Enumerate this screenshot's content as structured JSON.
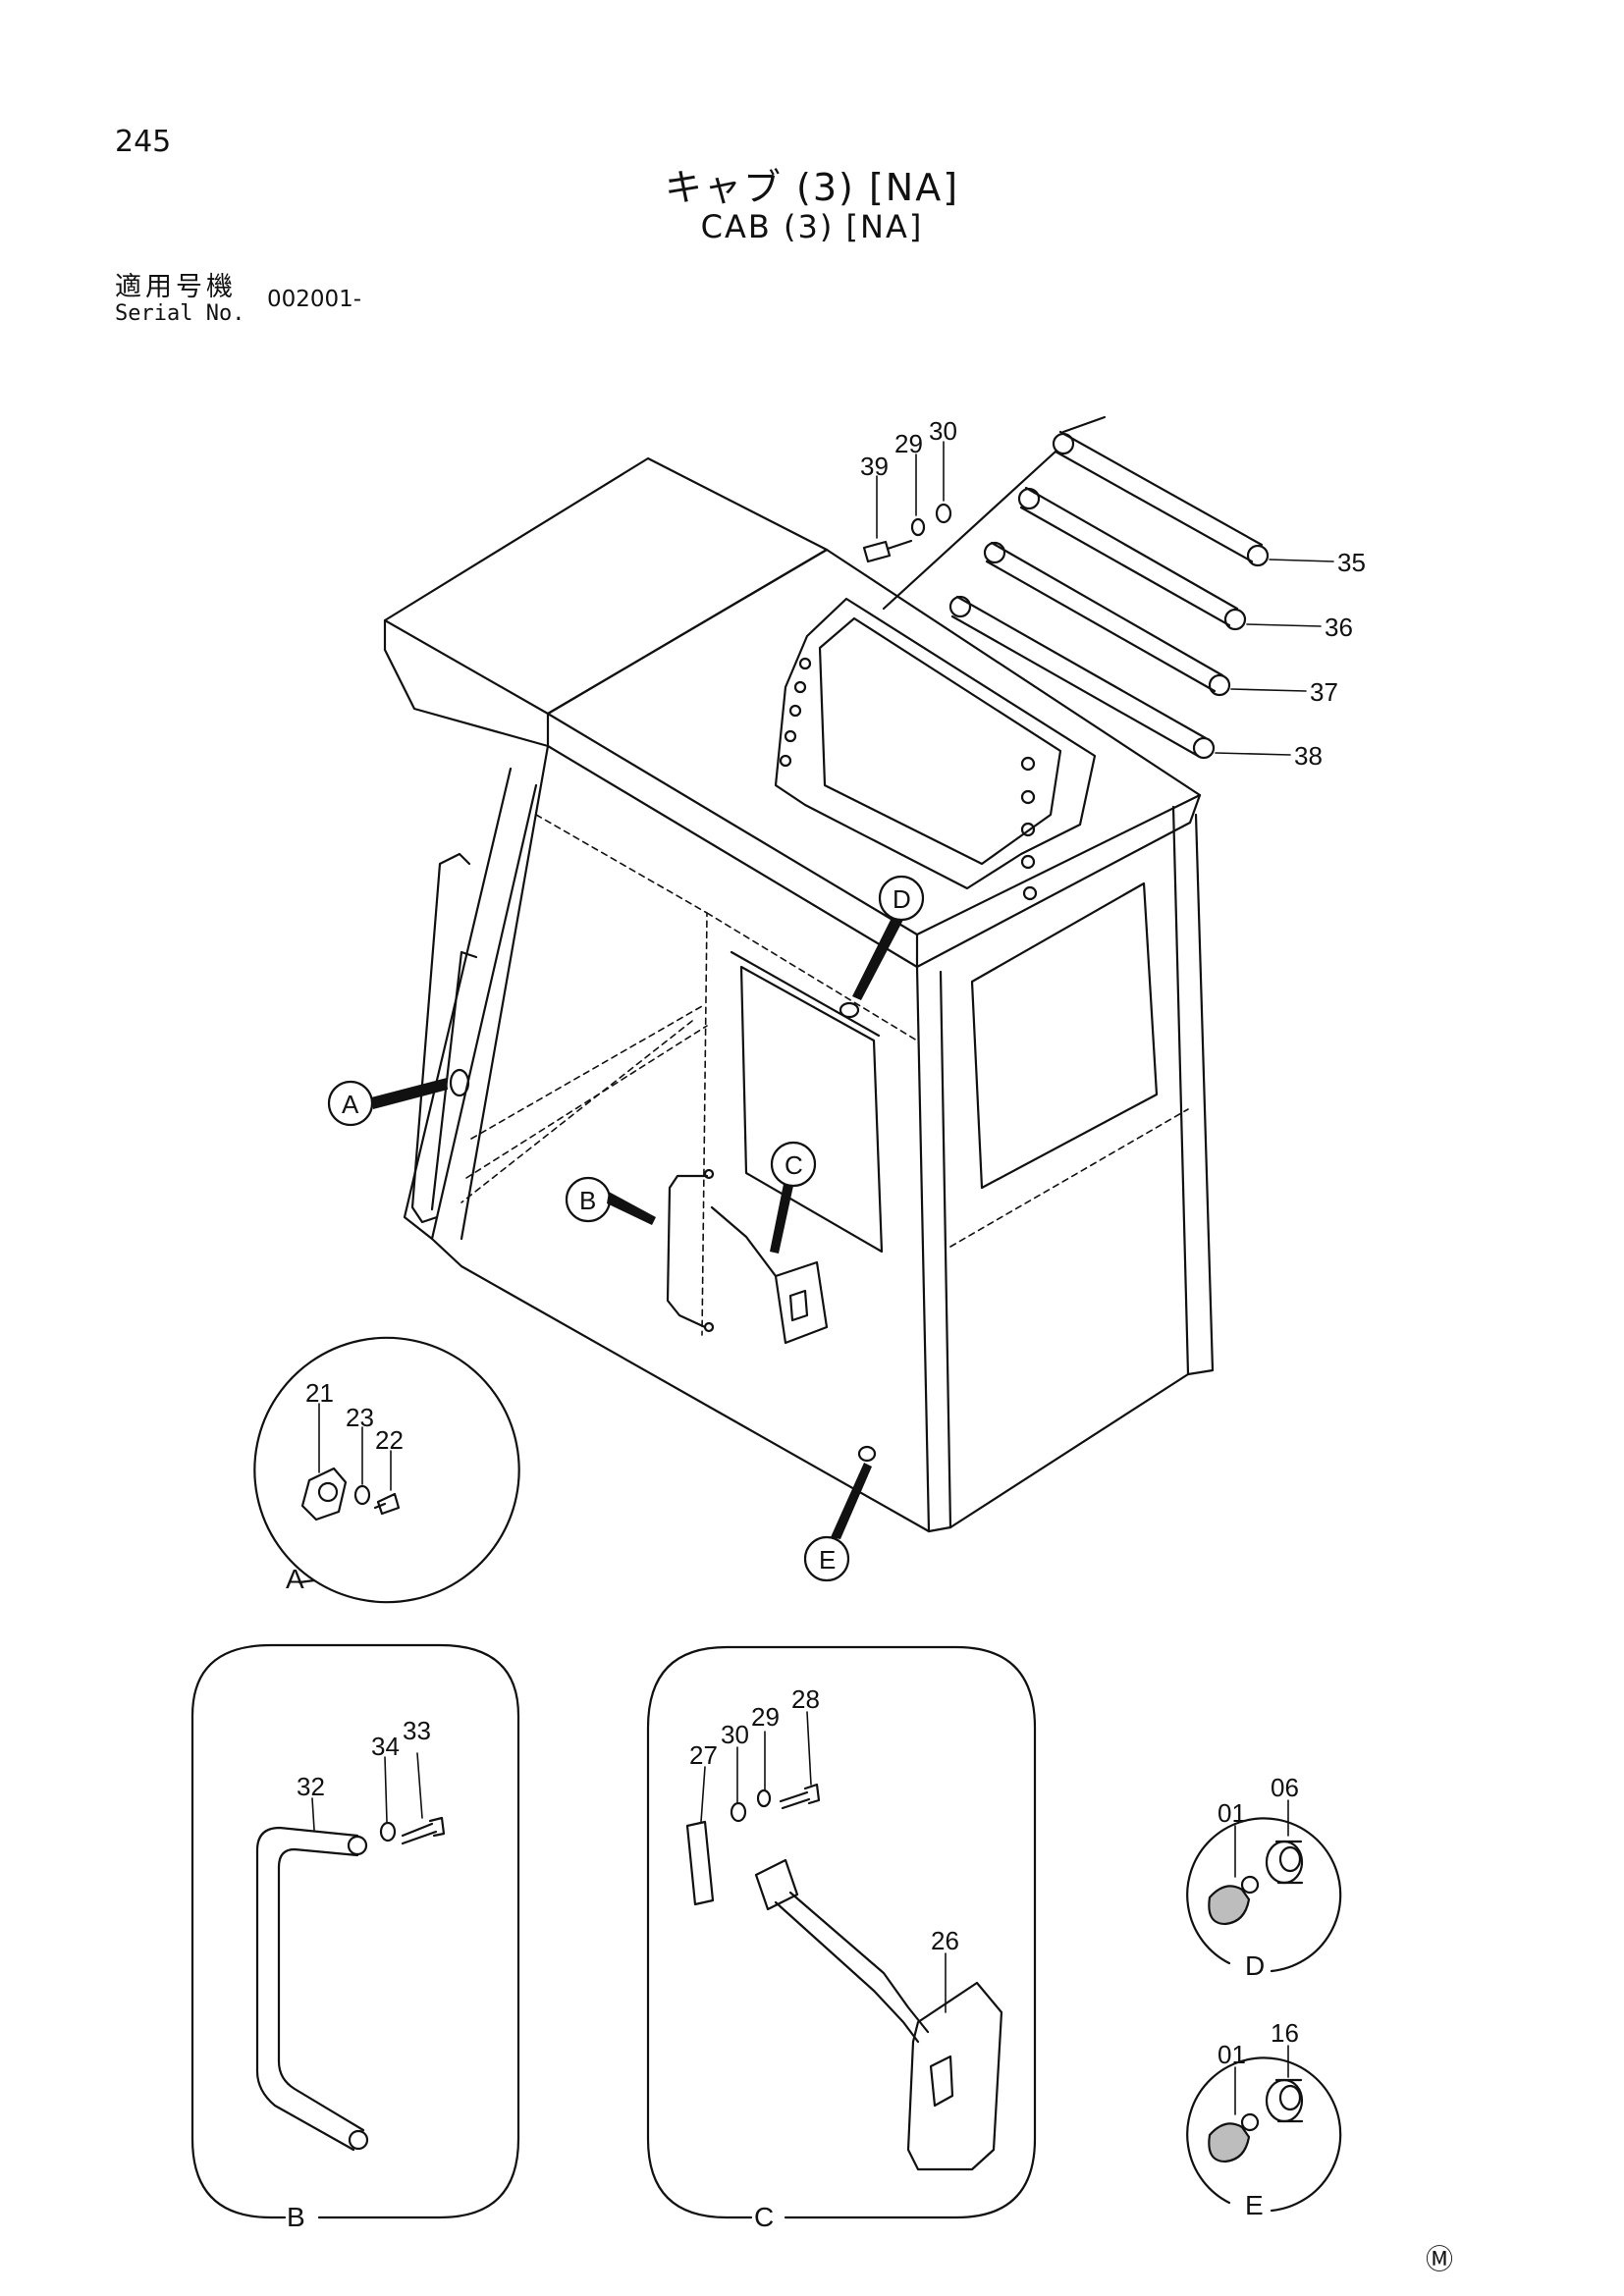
{
  "header": {
    "page_number": "245",
    "title_jp": "キャブ (3) [NA]",
    "title_en": "CAB (3) [NA]",
    "serial_label_jp": "適用号機",
    "serial_label_en": "Serial No.",
    "serial_value": "002001-"
  },
  "callouts": {
    "A": "A",
    "B": "B",
    "C": "C",
    "D": "D",
    "E": "E"
  },
  "main_parts": {
    "p39": "39",
    "p29": "29",
    "p30": "30",
    "p35": "35",
    "p36": "36",
    "p37": "37",
    "p38": "38"
  },
  "detail_a": {
    "label": "A",
    "p21": "21",
    "p23": "23",
    "p22": "22"
  },
  "detail_b": {
    "label": "B",
    "p32": "32",
    "p34": "34",
    "p33": "33"
  },
  "detail_c": {
    "label": "C",
    "p27": "27",
    "p30": "30",
    "p29": "29",
    "p28": "28",
    "p26": "26"
  },
  "detail_d": {
    "label": "D",
    "p01": "01",
    "p06": "06"
  },
  "detail_e": {
    "label": "E",
    "p01": "01",
    "p16": "16"
  },
  "footer": {
    "mark": "Ⓜ"
  }
}
